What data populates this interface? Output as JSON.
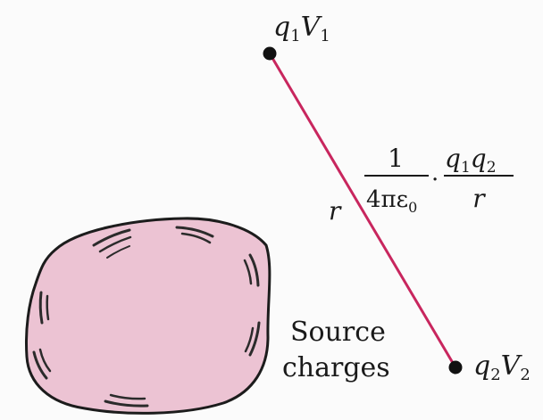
{
  "diagram": {
    "point1": {
      "label_main": "q",
      "label_main_sub": "1",
      "label_second": "V",
      "label_second_sub": "1"
    },
    "point2": {
      "label_main": "q",
      "label_main_sub": "2",
      "label_second": "V",
      "label_second_sub": "2"
    },
    "distance_label": "r",
    "formula": {
      "fraction1_numerator": "1",
      "fraction1_denominator_prefix": "4π",
      "fraction1_denominator_symbol": "ε",
      "fraction1_denominator_sub": "0",
      "operator": "·",
      "fraction2_numerator_a": "q",
      "fraction2_numerator_a_sub": "1",
      "fraction2_numerator_b": "q",
      "fraction2_numerator_b_sub": "2",
      "fraction2_denominator": "r"
    },
    "source_label_line1": "Source",
    "source_label_line2": "charges",
    "colors": {
      "line": "#c8265e",
      "blob_fill": "#ecc3d3",
      "blob_stroke": "#1c1c1c",
      "point": "#111111"
    }
  }
}
